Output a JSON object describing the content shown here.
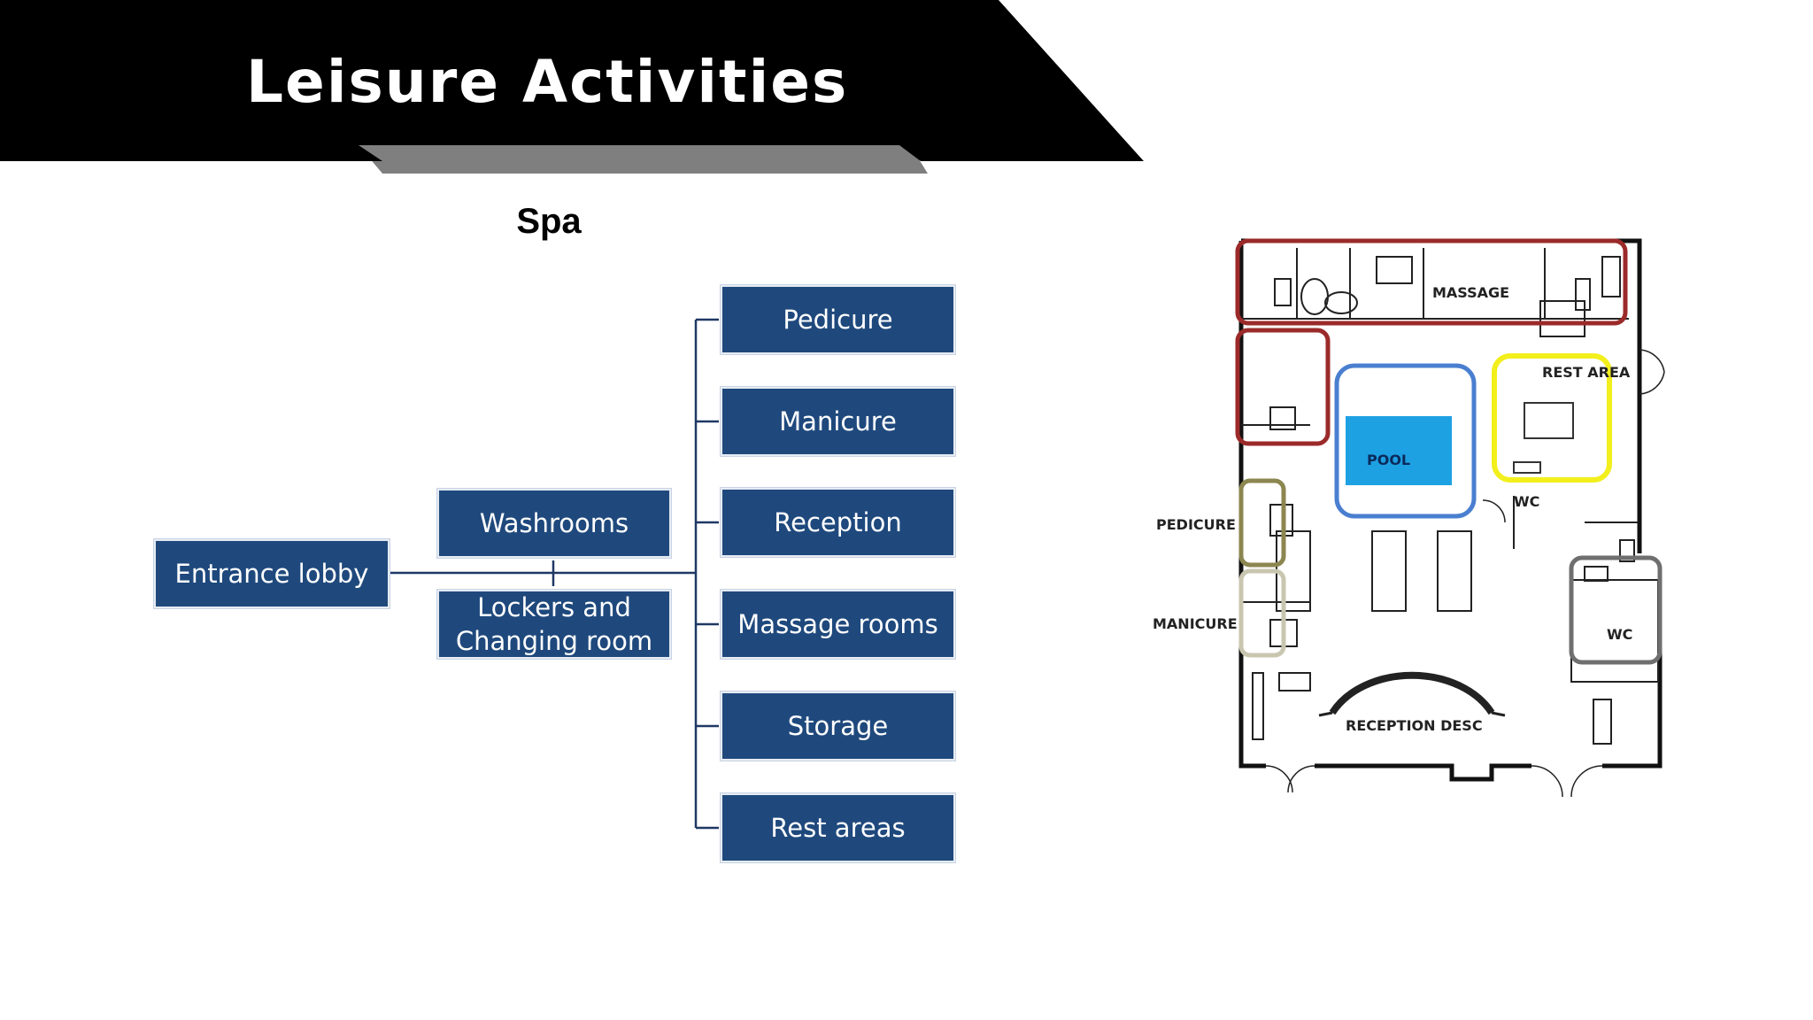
{
  "header": {
    "title": "Leisure Activities",
    "bar_color": "#000000",
    "accent_color": "#7f7f7f"
  },
  "section": {
    "title": "Spa"
  },
  "hierarchy": {
    "root": "Entrance lobby",
    "middle": [
      "Washrooms",
      "Lockers and\nChanging room"
    ],
    "leaves": [
      "Pedicure",
      "Manicure",
      "Reception",
      "Massage rooms",
      "Storage",
      "Rest areas"
    ],
    "node_color": "#1f497d",
    "line_color": "#1f3864"
  },
  "floor_plan": {
    "labels": {
      "massage": "MASSAGE",
      "rest_area": "REST AREA",
      "pool": "POOL",
      "wc_upper": "WC",
      "wc_lower": "WC",
      "pedicure": "PEDICURE",
      "manicure": "MANICURE",
      "reception": "RECEPTION DESC"
    },
    "zone_colors": {
      "massage": "#9b2a2a",
      "pool": "#4a7fd0",
      "rest_area": "#f2ef1c",
      "pedicure": "#8c8650",
      "manicure": "#c9c6b0",
      "wc": "#6f6f6f",
      "pool_water": "#1da1e3"
    }
  }
}
